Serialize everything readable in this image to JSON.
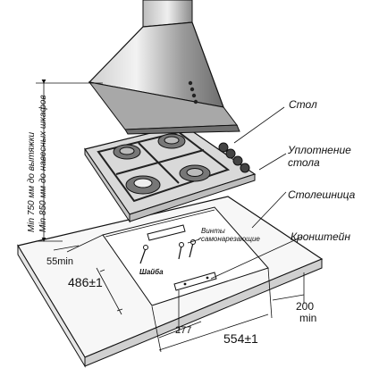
{
  "labels": {
    "stol": "Стол",
    "seal_line1": "Уплотнение",
    "seal_line2": "стола",
    "countertop": "Столешница",
    "bracket": "Кронштейн",
    "screws_line1": "Винты",
    "screws_line2": "самонарезающие",
    "washer": "Шайба"
  },
  "vertical_note": {
    "line1": "Min 750 мм до вытяжки",
    "line2": "Min 850 мм до навесных шкафов"
  },
  "dimensions": {
    "left_gap": "55min",
    "depth": "486±1",
    "half_width": "277",
    "width": "554±1",
    "rear_gap_value": "200",
    "rear_gap_unit": "min"
  },
  "colors": {
    "hood_fill": "#9a9a9a",
    "hood_dark": "#555555",
    "hob_fill": "#d9d9d9",
    "counter_fill": "#f4f4f4",
    "ink": "#111111"
  }
}
